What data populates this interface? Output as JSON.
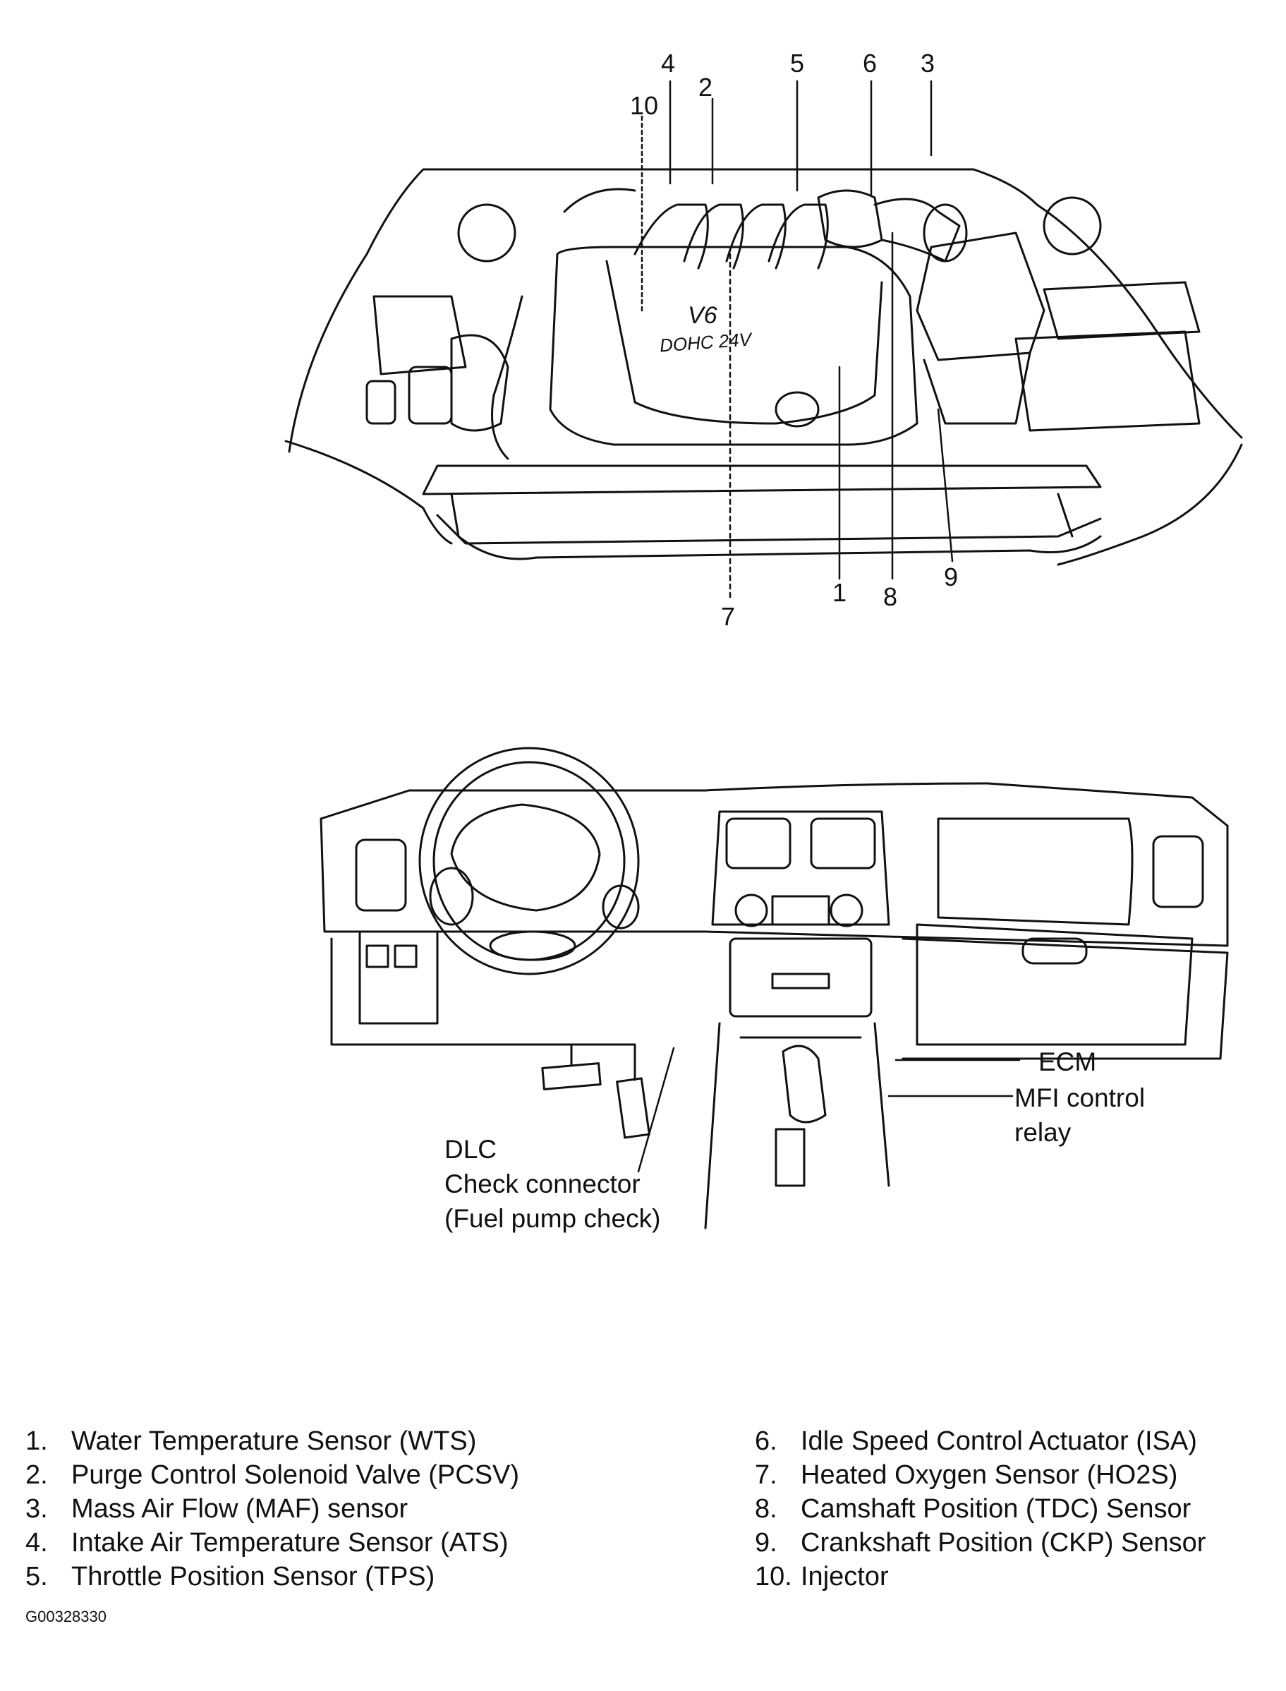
{
  "engine_callouts": {
    "c1": "1",
    "c2": "2",
    "c3": "3",
    "c4": "4",
    "c5": "5",
    "c6": "6",
    "c7": "7",
    "c8": "8",
    "c9": "9",
    "c10": "10"
  },
  "engine_cover_text": {
    "v6": "V6",
    "dohc": "DOHC 24V"
  },
  "dash_labels": {
    "ecm": "ECM",
    "mfi_line1": "MFI control",
    "mfi_line2": "relay",
    "dlc_line1": "DLC",
    "dlc_line2": "Check connector",
    "dlc_line3": "(Fuel pump check)"
  },
  "legend": [
    {
      "num": "1.",
      "text": "Water Temperature Sensor (WTS)"
    },
    {
      "num": "2.",
      "text": "Purge Control Solenoid Valve (PCSV)"
    },
    {
      "num": "3.",
      "text": "Mass Air Flow (MAF) sensor"
    },
    {
      "num": "4.",
      "text": "Intake Air Temperature Sensor (ATS)"
    },
    {
      "num": "5.",
      "text": "Throttle Position Sensor (TPS)"
    },
    {
      "num": "6.",
      "text": "Idle Speed Control Actuator (ISA)"
    },
    {
      "num": "7.",
      "text": "Heated Oxygen Sensor (HO2S)"
    },
    {
      "num": "8.",
      "text": "Camshaft Position (TDC) Sensor"
    },
    {
      "num": "9.",
      "text": "Crankshaft Position (CKP) Sensor"
    },
    {
      "num": "10.",
      "text": "Injector"
    }
  ],
  "figure_code": "G00328330"
}
